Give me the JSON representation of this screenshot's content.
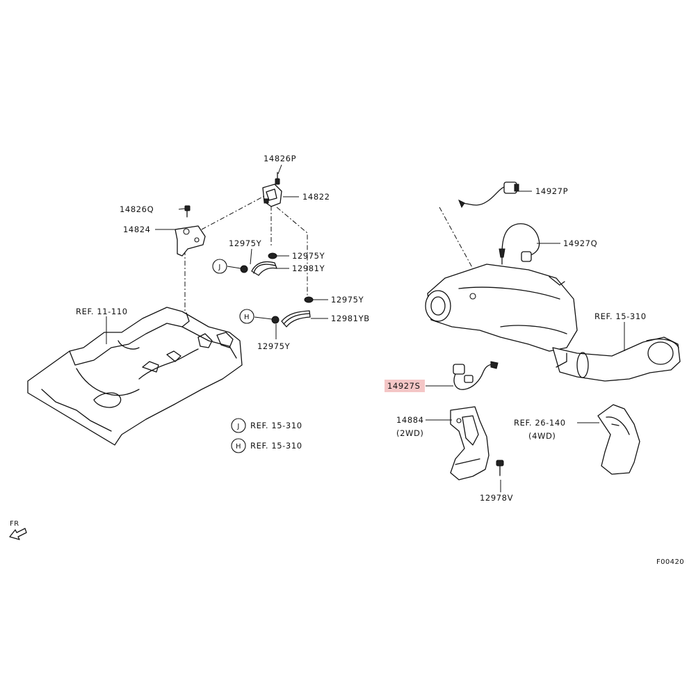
{
  "callouts": {
    "p14826P": "14826P",
    "p14822": "14822",
    "p14826Q": "14826Q",
    "p14824": "14824",
    "p12975Y_a": "12975Y",
    "p12975Y_b": "12975Y",
    "p12981Y": "12981Y",
    "p12975Y_c": "12975Y",
    "p12981YB": "12981YB",
    "p12975Y_d": "12975Y",
    "ref_11_110": "REF. 11-110",
    "circle_J": "J",
    "circle_H": "H",
    "legend_J_ref": "REF. 15-310",
    "legend_H_ref": "REF. 15-310",
    "p14927P": "14927P",
    "p14927Q": "14927Q",
    "ref_15_310_exhaust": "REF. 15-310",
    "p14927S": "14927S",
    "p14884": "14884",
    "p14884_variant": "(2WD)",
    "ref_26_140": "REF. 26-140",
    "ref_26_140_variant": "(4WD)",
    "p12978V": "12978V",
    "fr_label": "FR",
    "figure_code": "F00420"
  },
  "highlight_color": "#f4c6c6",
  "icons": {
    "front_arrow": "fr-arrow-icon"
  }
}
